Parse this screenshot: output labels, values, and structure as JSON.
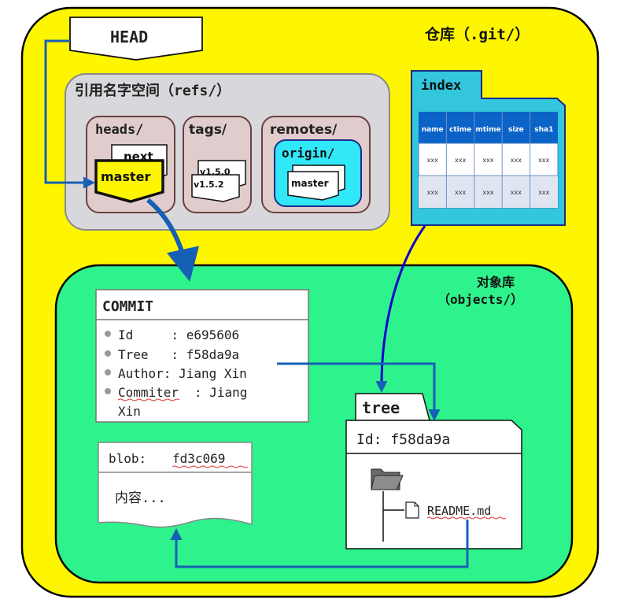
{
  "repo": {
    "title": "仓库（.git/）",
    "colors": {
      "repo_fill": "#fdf600",
      "objects_fill": "#2ef28c",
      "refs_fill": "#d8d8dc",
      "index_fill": "#33c6dc",
      "arrow": "#1560b4",
      "master_fill": "#fdf600",
      "origin_fill": "#30e8f8"
    }
  },
  "head": {
    "label": "HEAD"
  },
  "refs": {
    "title": "引用名字空间（refs/）",
    "heads": {
      "label": "heads/",
      "next": "next",
      "master": "master"
    },
    "tags": {
      "label": "tags/",
      "tag1": "v1.5.0",
      "tag2": "v1.5.2"
    },
    "remotes": {
      "label": "remotes/",
      "origin": "origin/",
      "branch": "master"
    }
  },
  "index": {
    "label": "index",
    "columns": [
      "name",
      "ctime",
      "mtime",
      "size",
      "sha1"
    ],
    "rows": [
      [
        "xxx",
        "xxx",
        "xxx",
        "xxx",
        "xxx"
      ],
      [
        "xxx",
        "xxx",
        "xxx",
        "xxx",
        "xxx"
      ]
    ]
  },
  "objects": {
    "title_line1": "对象库",
    "title_line2": "（objects/）",
    "commit": {
      "header": "COMMIT",
      "id": "Id     : e695606",
      "tree": "Tree   : f58da9a",
      "author": "Author: Jiang Xin",
      "commiter_key": "Commiter",
      "commiter_rest": ": Jiang",
      "commiter_cont": "Xin"
    },
    "blob": {
      "prefix": "blob: ",
      "hash": "fd3c069",
      "content": "内容..."
    },
    "tree": {
      "label": "tree",
      "id": "Id: f58da9a",
      "file": "README.md"
    }
  }
}
